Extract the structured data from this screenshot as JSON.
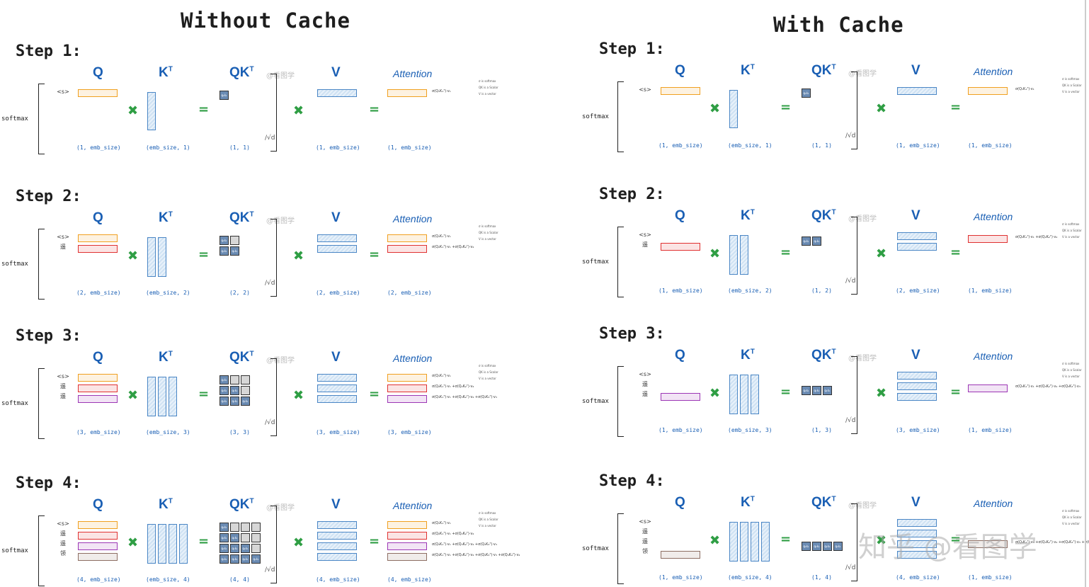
{
  "titles": {
    "without": "Without Cache",
    "with": "With Cache"
  },
  "headers": {
    "q": "Q",
    "kt": "K",
    "qkt": "QK",
    "t": "T",
    "v": "V",
    "att": "Attention",
    "wm": "@看图学"
  },
  "softmax": "softmax",
  "sqrt": "/√d",
  "tokens": [
    "<s>",
    "遥",
    "遥",
    "领"
  ],
  "notes": [
    "σ is softmax",
    "QK is a Scalar",
    "V is a vector"
  ],
  "formulas": [
    "σ(Q₁K₁ᵀ)·v₁",
    "σ(Q₂K₁ᵀ)·v₁ +σ(Q₂K₂ᵀ)·v₂",
    "σ(Q₃K₁ᵀ)·v₁ +σ(Q₃K₂ᵀ)·v₂ +σ(Q₃K₃ᵀ)·v₃",
    "σ(Q₄K₁ᵀ)·v₁ +σ(Q₄K₂ᵀ)·v₂ +σ(Q₄K₃ᵀ)·v₃ +σ(Q₄K₄ᵀ)·v₄"
  ],
  "steps": [
    {
      "label": "Step 1:",
      "dims_without": [
        "(1, emb_size)",
        "(emb_size, 1)",
        "(1, 1)",
        "(1, emb_size)",
        "(1, emb_size)"
      ],
      "dims_with": [
        "(1, emb_size)",
        "(emb_size, 1)",
        "(1, 1)",
        "(1, emb_size)",
        "(1, emb_size)"
      ]
    },
    {
      "label": "Step 2:",
      "dims_without": [
        "(2, emb_size)",
        "(emb_size, 2)",
        "(2, 2)",
        "(2, emb_size)",
        "(2, emb_size)"
      ],
      "dims_with": [
        "(1, emb_size)",
        "(emb_size, 2)",
        "(1, 2)",
        "(2, emb_size)",
        "(1, emb_size)"
      ]
    },
    {
      "label": "Step 3:",
      "dims_without": [
        "(3, emb_size)",
        "(emb_size, 3)",
        "(3, 3)",
        "(3, emb_size)",
        "(3, emb_size)"
      ],
      "dims_with": [
        "(1, emb_size)",
        "(emb_size, 3)",
        "(1, 3)",
        "(3, emb_size)",
        "(1, emb_size)"
      ]
    },
    {
      "label": "Step 4:",
      "dims_without": [
        "(4, emb_size)",
        "(emb_size, 4)",
        "(4, 4)",
        "(4, emb_size)",
        "(4, emb_size)"
      ],
      "dims_with": [
        "(1, emb_size)",
        "(emb_size, 4)",
        "(1, 4)",
        "(4, emb_size)",
        "(1, emb_size)"
      ]
    }
  ],
  "cell_label": "q₁k₁",
  "row_colors": [
    "#f0a020",
    "#e03131",
    "#9c36b5",
    "#8d6e63"
  ],
  "watermark": "知乎 @看图学"
}
